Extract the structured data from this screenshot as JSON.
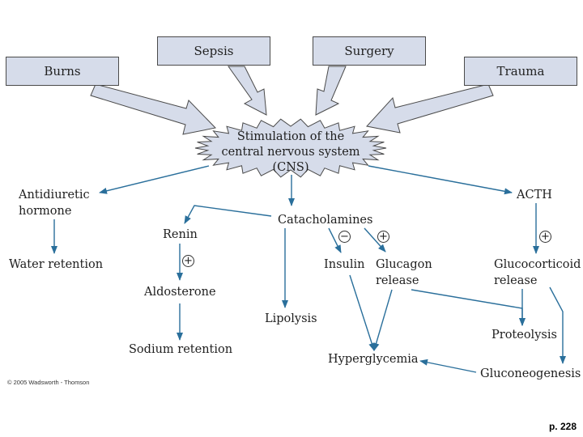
{
  "causes": {
    "burns": "Burns",
    "sepsis": "Sepsis",
    "surgery": "Surgery",
    "trauma": "Trauma"
  },
  "cns": "Stimulation of the\ncentral nervous system\n(CNS)",
  "nodes": {
    "adh": "Antidiuretic\nhormone",
    "water_retention": "Water retention",
    "catecholamines": "Catacholamines",
    "acth": "ACTH",
    "renin": "Renin",
    "aldosterone": "Aldosterone",
    "sodium_retention": "Sodium retention",
    "lipolysis": "Lipolysis",
    "insulin": "Insulin",
    "glucagon": "Glucagon\nrelease",
    "glucocorticoid": "Glucocorticoid\nrelease",
    "proteolysis": "Proteolysis",
    "hyperglycemia": "Hyperglycemia",
    "gluconeogenesis": "Gluconeogenesis"
  },
  "signs": {
    "renin_aldosterone": "+",
    "insulin": "−",
    "glucagon": "+",
    "acth_glucocorticoid": "+"
  },
  "copyright": "© 2005 Wadsworth - Thomson",
  "page": "p. 228",
  "colors": {
    "arrow": "#2a6f9b",
    "box_fill": "#d6dcea",
    "big_arrow_fill": "#d6dcea"
  }
}
